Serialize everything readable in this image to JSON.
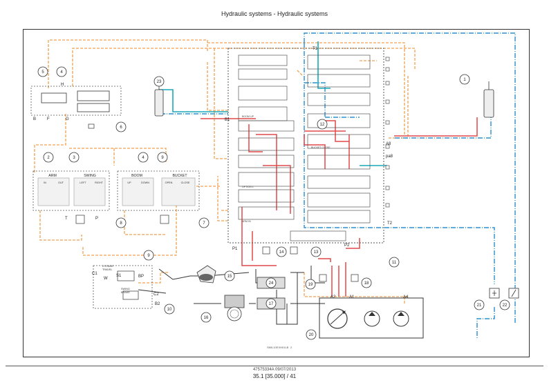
{
  "header": {
    "title": "Hydraulic systems - Hydraulic systems"
  },
  "footer": {
    "doc_code": "47575334A 09/07/2013",
    "page_ref": "35.1 [35.000] / 41"
  },
  "diagram": {
    "figure_code": "SMIL10EXH01LB",
    "figure_num": "2",
    "ports": {
      "t1": "T1",
      "t2": "T2",
      "a1": "A1",
      "a2": "A2",
      "a4": "A4",
      "p1": "P1",
      "p2": "P2",
      "b1": "B1",
      "a8": "A8",
      "pa8": "pa8",
      "c1": "C1",
      "c2": "C2",
      "b2": "B2",
      "p": "P",
      "t": "T",
      "h": "H",
      "f": "F",
      "g": "G",
      "b": "B",
      "bp": "BP",
      "s1": "S1",
      "w": "W"
    },
    "callouts": {
      "c1": "1",
      "c2": "2",
      "c3": "3",
      "c4": "4",
      "c5": "5",
      "c6": "6",
      "c7": "7",
      "c8": "8",
      "c9": "9",
      "c10": "10",
      "c11": "11",
      "c12": "12",
      "c13": "13",
      "c14": "14",
      "c15": "15",
      "c16": "16",
      "c17": "17",
      "c18": "18",
      "c19": "19",
      "c20": "20",
      "c21": "21",
      "c22": "22",
      "c23": "23",
      "c24": "24"
    },
    "pilot_labels": {
      "arm": "ARM",
      "swing": "SWING",
      "boom": "BOOM",
      "bucket": "BUCKET",
      "in": "IN",
      "out": "OUT",
      "left": "LEFT",
      "right": "RIGHT",
      "up": "UP",
      "down": "DOWN",
      "open": "OPEN",
      "close": "CLOSE",
      "two_stage_travel": "2-STAGE\nTRAVEL",
      "swing_brake": "SWING\nBRAKE"
    },
    "valve_labels": {
      "boom_up": "BOOM UP",
      "bucket_close": "BUCKET CLOSE",
      "option1": "OPTION 1",
      "arm_in": "ARM IN"
    }
  }
}
